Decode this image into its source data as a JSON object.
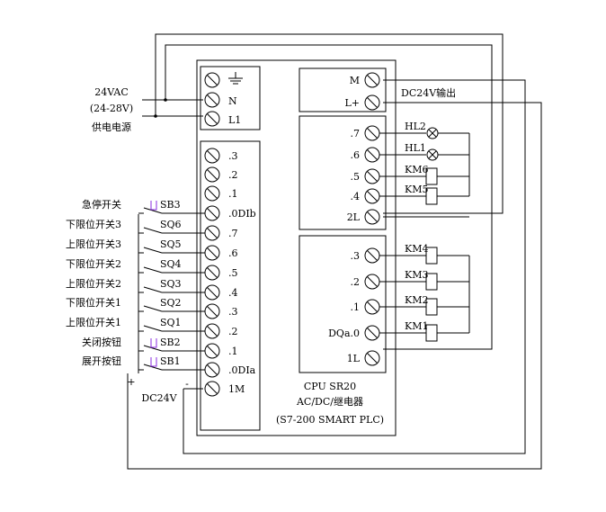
{
  "supply": {
    "line1": "24VAC",
    "line2": "(24-28V)",
    "line3": "供电电源"
  },
  "power_terminals": [
    {
      "label": ""
    },
    {
      "label": "N"
    },
    {
      "label": "L1"
    }
  ],
  "input_terminals": [
    {
      "label": ".3"
    },
    {
      "label": ".2"
    },
    {
      "label": ".1"
    },
    {
      "label": ".0DIb"
    },
    {
      "label": ".7"
    },
    {
      "label": ".6"
    },
    {
      "label": ".5"
    },
    {
      "label": ".4"
    },
    {
      "label": ".3"
    },
    {
      "label": ".2"
    },
    {
      "label": ".1"
    },
    {
      "label": ".0DIa"
    },
    {
      "label": "1M"
    }
  ],
  "switches": [
    {
      "name": "急停开关",
      "code": "SB3"
    },
    {
      "name": "下限位开关3",
      "code": "SQ6"
    },
    {
      "name": "上限位开关3",
      "code": "SQ5"
    },
    {
      "name": "下限位开关2",
      "code": "SQ4"
    },
    {
      "name": "上限位开关2",
      "code": "SQ3"
    },
    {
      "name": "下限位开关1",
      "code": "SQ2"
    },
    {
      "name": "上限位开关1",
      "code": "SQ1"
    },
    {
      "name": "关闭按钮",
      "code": "SB2"
    },
    {
      "name": "展开按钮",
      "code": "SB1"
    }
  ],
  "dc_supply": {
    "plus": "+",
    "minus": "-",
    "label": "DC24V"
  },
  "output_dc": {
    "label": "DC24V输出",
    "terminals": [
      {
        "label": "M"
      },
      {
        "label": "L+"
      }
    ]
  },
  "output_group2": [
    {
      "label": ".7",
      "load": "HL2"
    },
    {
      "label": ".6",
      "load": "HL1"
    },
    {
      "label": ".5",
      "load": "KM6"
    },
    {
      "label": ".4",
      "load": "KM5"
    },
    {
      "label": "2L",
      "load": ""
    }
  ],
  "output_group1": [
    {
      "label": ".3",
      "load": "KM4"
    },
    {
      "label": ".2",
      "load": "KM3"
    },
    {
      "label": ".1",
      "load": "KM2"
    },
    {
      "label": "DQa.0",
      "load": "KM1"
    },
    {
      "label": "1L",
      "load": ""
    }
  ],
  "plc": {
    "line1": "CPU SR20",
    "line2": "AC/DC/继电器",
    "line3": "(S7-200 SMART PLC)"
  },
  "icons": {
    "ground": "ground-icon",
    "lamp": "lamp-icon",
    "coil": "relay-coil-icon",
    "terminal": "terminal-screw-icon"
  }
}
